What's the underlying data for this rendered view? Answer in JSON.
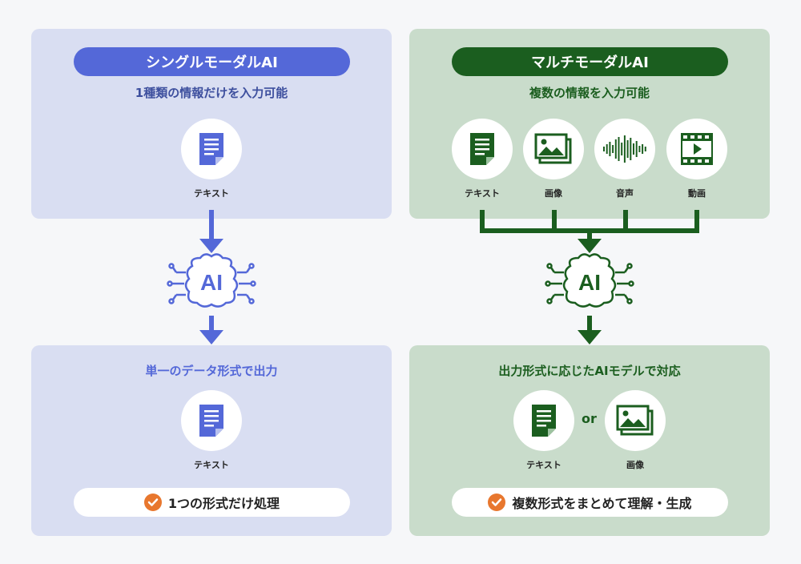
{
  "left": {
    "title": "シングルモーダルAI",
    "subtitle": "1種類の情報だけを入力可能",
    "input_label": "テキスト",
    "ai_label": "AI",
    "output_title": "単一のデータ形式で出力",
    "output_label": "テキスト",
    "result": "1つの形式だけ処理",
    "accent": "#5468d8",
    "panel_color": "#d9def2"
  },
  "right": {
    "title": "マルチモーダルAI",
    "subtitle": "複数の情報を入力可能",
    "inputs": [
      {
        "label": "テキスト",
        "icon": "document-icon"
      },
      {
        "label": "画像",
        "icon": "image-icon"
      },
      {
        "label": "音声",
        "icon": "audio-wave-icon"
      },
      {
        "label": "動画",
        "icon": "video-icon"
      }
    ],
    "ai_label": "AI",
    "output_title": "出力形式に応じたAIモデルで対応",
    "outputs": [
      {
        "label": "テキスト",
        "icon": "document-icon"
      },
      {
        "label": "画像",
        "icon": "image-icon"
      }
    ],
    "or_text": "or",
    "result": "複数形式をまとめて理解・生成",
    "accent": "#1b5e1f",
    "panel_color": "#c9dccb"
  },
  "check_color": "#e8772e"
}
